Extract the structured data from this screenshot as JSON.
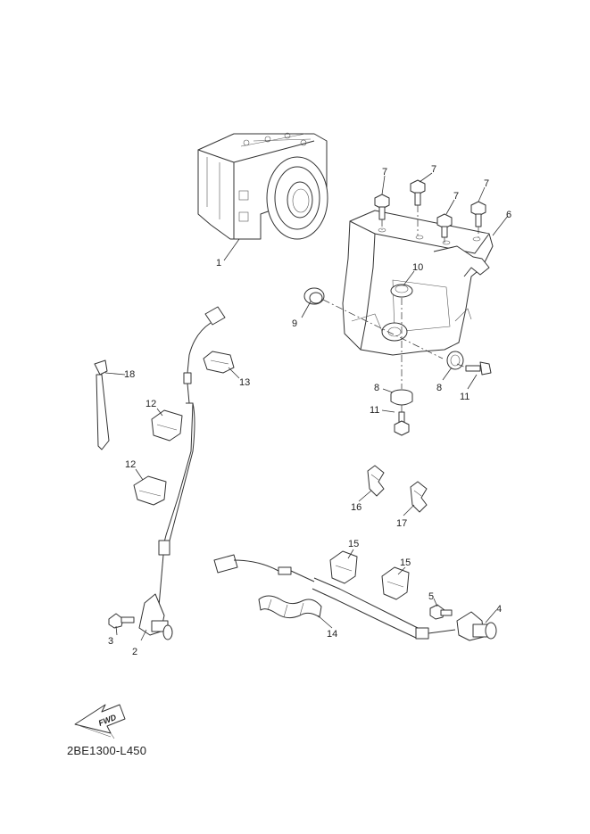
{
  "diagram_id": "2BE1300-L450",
  "fwd_label": "FWD",
  "callouts": [
    "1",
    "2",
    "3",
    "4",
    "5",
    "6",
    "7",
    "8",
    "9",
    "10",
    "11",
    "12",
    "13",
    "14",
    "15",
    "16",
    "17",
    "18"
  ]
}
